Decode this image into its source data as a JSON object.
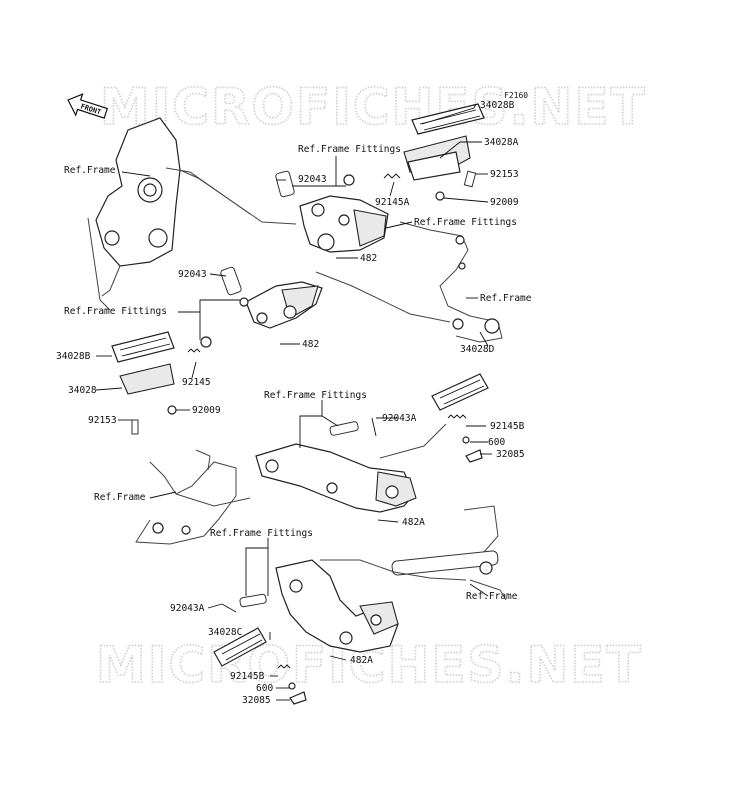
{
  "diagram": {
    "figure_id": "F2160",
    "front_marker": "FRONT",
    "watermark": "MICROFICHES.NET",
    "labels": {
      "l_34028B_top": "34028B",
      "l_34028A": "34028A",
      "l_92153_r": "92153",
      "l_92009_r": "92009",
      "l_refframe_ul": "Ref.Frame",
      "l_rff_top": "Ref.Frame Fittings",
      "l_92043_top": "92043",
      "l_92145A": "92145A",
      "l_rff_mid_r": "Ref.Frame Fittings",
      "l_482_top": "482",
      "l_92043_l": "92043",
      "l_rff_l": "Ref.Frame Fittings",
      "l_482_mid": "482",
      "l_refframe_r": "Ref.Frame",
      "l_34028D": "34028D",
      "l_34028B_l": "34028B",
      "l_92145_l": "92145",
      "l_34028_l": "34028",
      "l_92009_l": "92009",
      "l_92153_l": "92153",
      "l_rff_center": "Ref.Frame Fittings",
      "l_92043A_top": "92043A",
      "l_92145B_r": "92145B",
      "l_600_r": "600",
      "l_32085_r": "32085",
      "l_refframe_ll": "Ref.Frame",
      "l_482A_mid": "482A",
      "l_rff_low": "Ref.Frame Fittings",
      "l_92043A_low": "92043A",
      "l_refframe_lr": "Ref.Frame",
      "l_34028C": "34028C",
      "l_482A_low": "482A",
      "l_92145B_low": "92145B",
      "l_600_low": "600",
      "l_32085_low": "32085"
    }
  }
}
